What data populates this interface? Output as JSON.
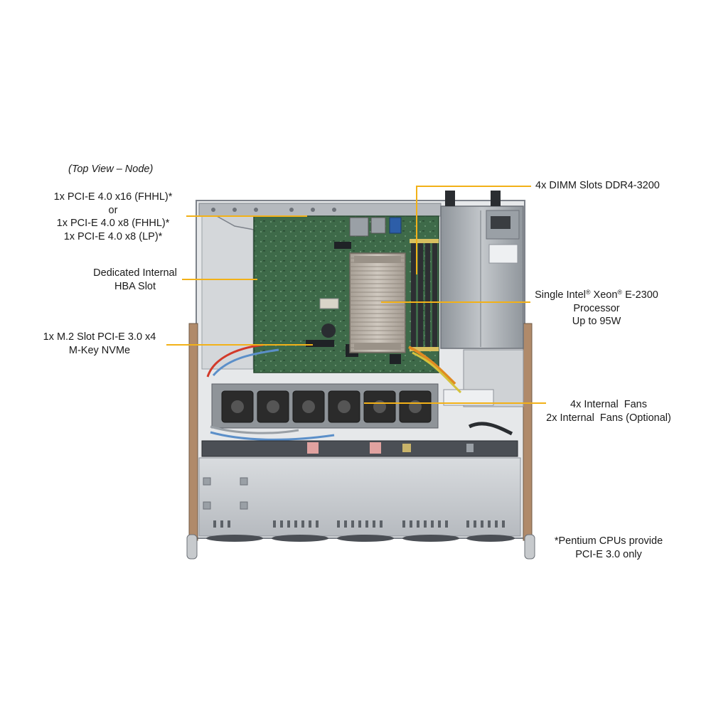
{
  "view_title": "(Top View – Node)",
  "callouts": {
    "pcie": {
      "line1": "1x PCI-E 4.0 x16 (FHHL)*",
      "line2": "or",
      "line3": "1x PCI-E 4.0 x8 (FHHL)*",
      "line4": "1x PCI-E 4.0 x8 (LP)*"
    },
    "hba": {
      "line1": "Dedicated Internal",
      "line2": "HBA Slot"
    },
    "m2": {
      "line1": "1x M.2 Slot PCI-E 3.0 x4",
      "line2": "M-Key NVMe"
    },
    "dimm": {
      "line1": "4x DIMM Slots DDR4-3200"
    },
    "cpu": {
      "line1_a": "Single Intel",
      "line1_reg": "®",
      "line1_b": " Xeon",
      "line1_reg2": "®",
      "line1_c": " E-2300",
      "line2": "Processor",
      "line3": "Up to 95W"
    },
    "fans": {
      "line1": "4x Internal  Fans",
      "line2": "2x Internal  Fans (Optional)"
    },
    "note": {
      "line1": "*Pentium CPUs provide",
      "line2": "PCI-E 3.0 only"
    }
  },
  "colors": {
    "leader_line": "#f2b118",
    "chassis": "#c9ccd0",
    "chassis_dark": "#8d9299",
    "motherboard": "#3f6b4a",
    "heatsink": "#b9b1a8",
    "fan": "#2b2b2b",
    "psu": "#9aa0a6",
    "dimm": "#2d2f33"
  }
}
